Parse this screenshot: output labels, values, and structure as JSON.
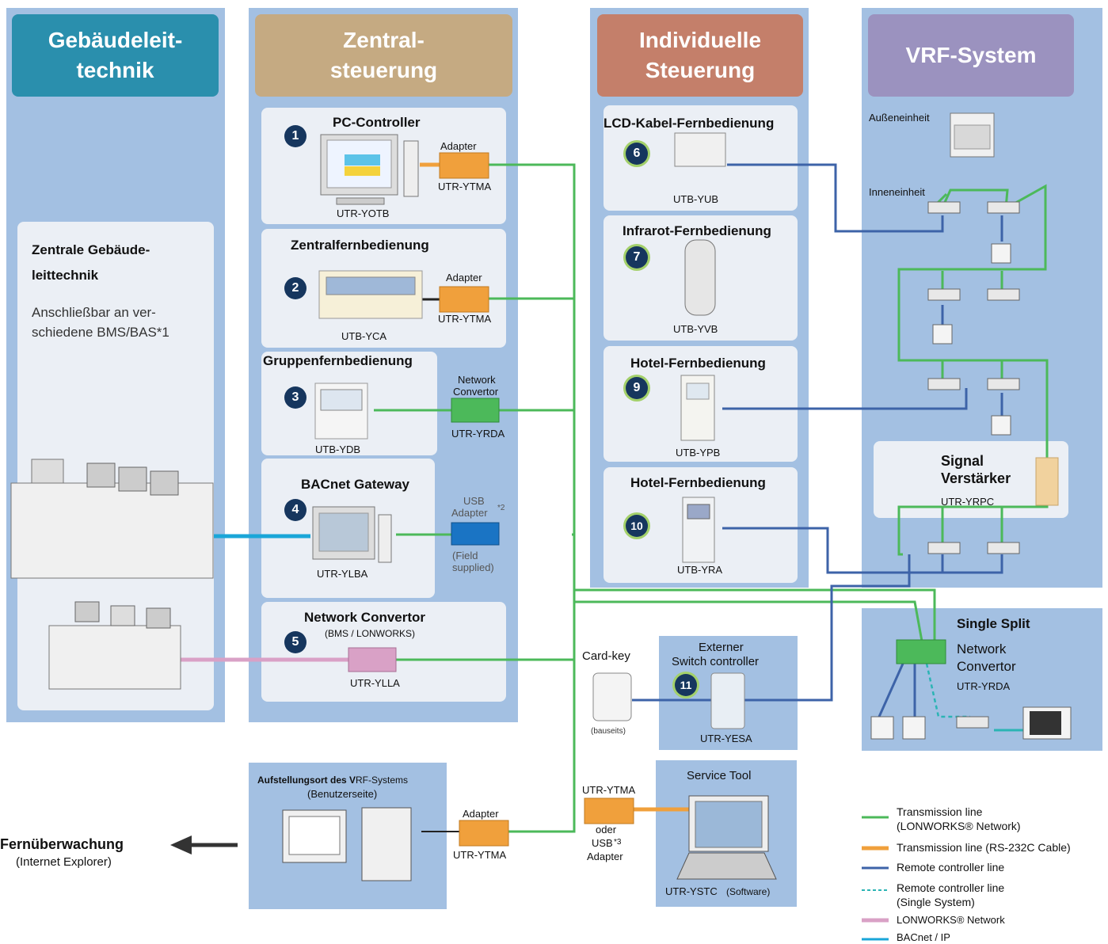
{
  "columns": {
    "bms": "Gebäudeleit-\ntechnik",
    "central": "Zentral-\nsteuerung",
    "individual": "Individuelle\nSteuerung",
    "vrf": "VRF-System"
  },
  "bms_box": {
    "title1": "Zentrale Gebäude-",
    "title2": "leittechnik",
    "desc1": "Anschließbar an ver-",
    "desc2": "schiedene BMS/BAS*1"
  },
  "central": {
    "c1": {
      "num": "1",
      "title": "PC-Controller",
      "model": "UTR-YOTB",
      "adapter": "Adapter",
      "adapter_model": "UTR-YTMA"
    },
    "c2": {
      "num": "2",
      "title": "Zentralfernbedienung",
      "model": "UTB-YCA",
      "adapter": "Adapter",
      "adapter_model": "UTR-YTMA"
    },
    "c3": {
      "num": "3",
      "title": "Gruppenfernbedienung",
      "model": "UTB-YDB",
      "conv1": "Network",
      "conv2": "Convertor",
      "conv_model": "UTR-YRDA"
    },
    "c4": {
      "num": "4",
      "title": "BACnet Gateway",
      "model": "UTR-YLBA",
      "usb1": "USB",
      "usb2": "Adapter",
      "usb_note": "*2",
      "field1": "(Field",
      "field2": "supplied)"
    },
    "c5": {
      "num": "5",
      "title": "Network Convertor",
      "subtitle": "(BMS / LONWORKS)",
      "model": "UTR-YLLA"
    }
  },
  "individual": {
    "i6": {
      "num": "6",
      "title": "LCD-Kabel-Fernbedienung",
      "model": "UTB-YUB"
    },
    "i7": {
      "num": "7",
      "title": "Infrarot-Fernbedienung",
      "model": "UTB-YVB"
    },
    "i9": {
      "num": "9",
      "title": "Hotel-Fernbedienung",
      "model": "UTB-YPB"
    },
    "i10": {
      "num": "10",
      "title": "Hotel-Fernbedienung",
      "model": "UTB-YRA"
    }
  },
  "vrf": {
    "outdoor": "Außeneinheit",
    "indoor": "Inneneinheit",
    "signal1": "Signal",
    "signal2": "Verstärker",
    "signal_model": "UTR-YRPC"
  },
  "single_split": {
    "title": "Single Split",
    "conv1": "Network",
    "conv2": "Convertor",
    "model": "UTR-YRDA"
  },
  "cardkey": {
    "label": "Card-key",
    "note": "(bauseits)"
  },
  "switch": {
    "title1": "Externer",
    "title2": "Switch controller",
    "num": "11",
    "model": "UTR-YESA"
  },
  "site": {
    "title_bold": "Aufstellungsort des V",
    "title_rest": "RF-Systems",
    "sub": "(Benutzerseite)",
    "adapter": "Adapter",
    "adapter_model": "UTR-YTMA"
  },
  "service_conn": {
    "model": "UTR-YTMA",
    "or": "oder",
    "usb": "USB",
    "usb_note": "*3",
    "adapter": "Adapter"
  },
  "service": {
    "title": "Service Tool",
    "model": "UTR-YSTC",
    "soft": "(Software)"
  },
  "remote": {
    "title": "Fernüberwachung",
    "sub": "(Internet Explorer)"
  },
  "legend": [
    {
      "label": "Transmission line",
      "label2": "(LONWORKS® Network)",
      "color": "#4cb95a",
      "style": "solid"
    },
    {
      "label": "Transmission line (RS-232C Cable)",
      "color": "#f0a03c",
      "style": "solid"
    },
    {
      "label": "Remote controller line",
      "color": "#3d63a8",
      "style": "solid"
    },
    {
      "label": "Remote controller line",
      "label2": "(Single System)",
      "color": "#2bb4b4",
      "style": "dashed"
    },
    {
      "label": "LONWORKS® Network",
      "color": "#d9a1c6",
      "style": "solid"
    },
    {
      "label": "BACnet / IP",
      "color": "#1aa6d8",
      "style": "solid"
    }
  ],
  "colors": {
    "green": "#4cb95a",
    "orange": "#f0a03c",
    "blue": "#3d63a8",
    "cyan": "#1aa6d8",
    "pink": "#d9a1c6",
    "column_bg": "#a3c0e2",
    "card_bg": "#ebeff5"
  }
}
